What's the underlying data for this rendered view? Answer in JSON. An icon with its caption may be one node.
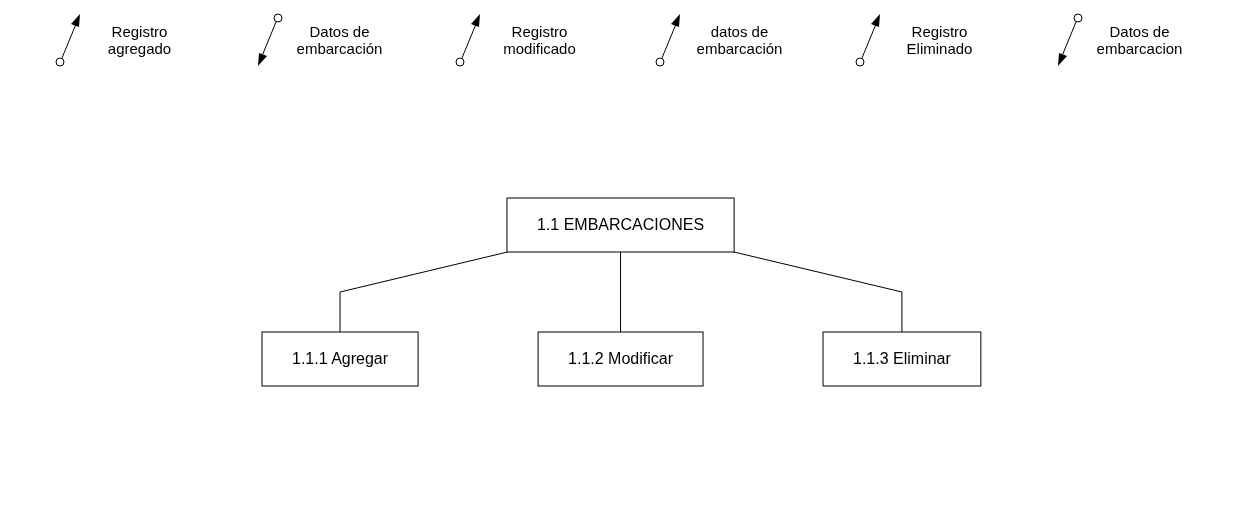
{
  "diagram": {
    "nodes": [
      {
        "text": [
          "1.1 EMBARCACIONES"
        ]
      },
      {
        "text": [
          "1.1.1 Agregar"
        ]
      },
      {
        "text": [
          "1.1.2 Modificar"
        ]
      },
      {
        "text": [
          "1.1.3 Eliminar"
        ]
      }
    ],
    "edges": [
      {
        "from": 0,
        "to": 1,
        "arrow": "none"
      },
      {
        "from": 0,
        "to": 2,
        "arrow": "none"
      },
      {
        "from": 0,
        "to": 3,
        "arrow": "none"
      }
    ],
    "labels": [
      "Registro agregado",
      "Datos de embarcación",
      "Registro modificado",
      "datos de embarcación",
      "Registro Eliminado",
      "Datos de embarcacion"
    ]
  }
}
